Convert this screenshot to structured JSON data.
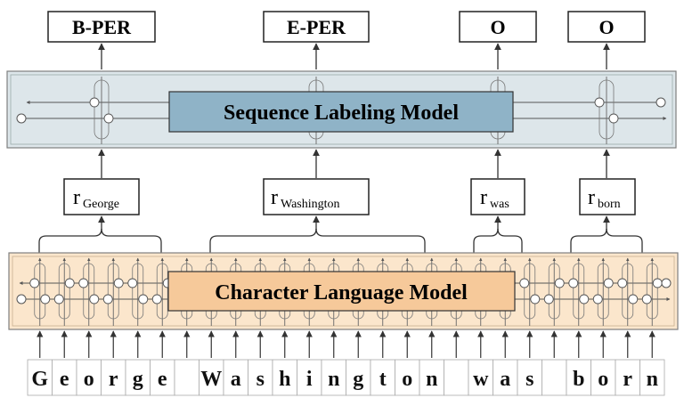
{
  "tags": [
    "B-PER",
    "E-PER",
    "O",
    "O"
  ],
  "sequence_model_label": "Sequence Labeling Model",
  "char_model_label": "Character Language Model",
  "representations": [
    {
      "base": "r",
      "sub": "George"
    },
    {
      "base": "r",
      "sub": "Washington"
    },
    {
      "base": "r",
      "sub": "was"
    },
    {
      "base": "r",
      "sub": "born"
    }
  ],
  "characters": [
    "G",
    "e",
    "o",
    "r",
    "g",
    "e",
    " ",
    "W",
    "a",
    "s",
    "h",
    "i",
    "n",
    "g",
    "t",
    "o",
    "n",
    " ",
    "w",
    "a",
    "s",
    " ",
    "b",
    "o",
    "r",
    "n"
  ],
  "colors": {
    "seq_panel_bg": "#dde6ea",
    "seq_label_bg": "#8fb3c7",
    "char_panel_bg": "#fbe6cc",
    "char_label_bg": "#f6c99a",
    "line": "#333333",
    "panel_border": "#7f7f7f"
  }
}
